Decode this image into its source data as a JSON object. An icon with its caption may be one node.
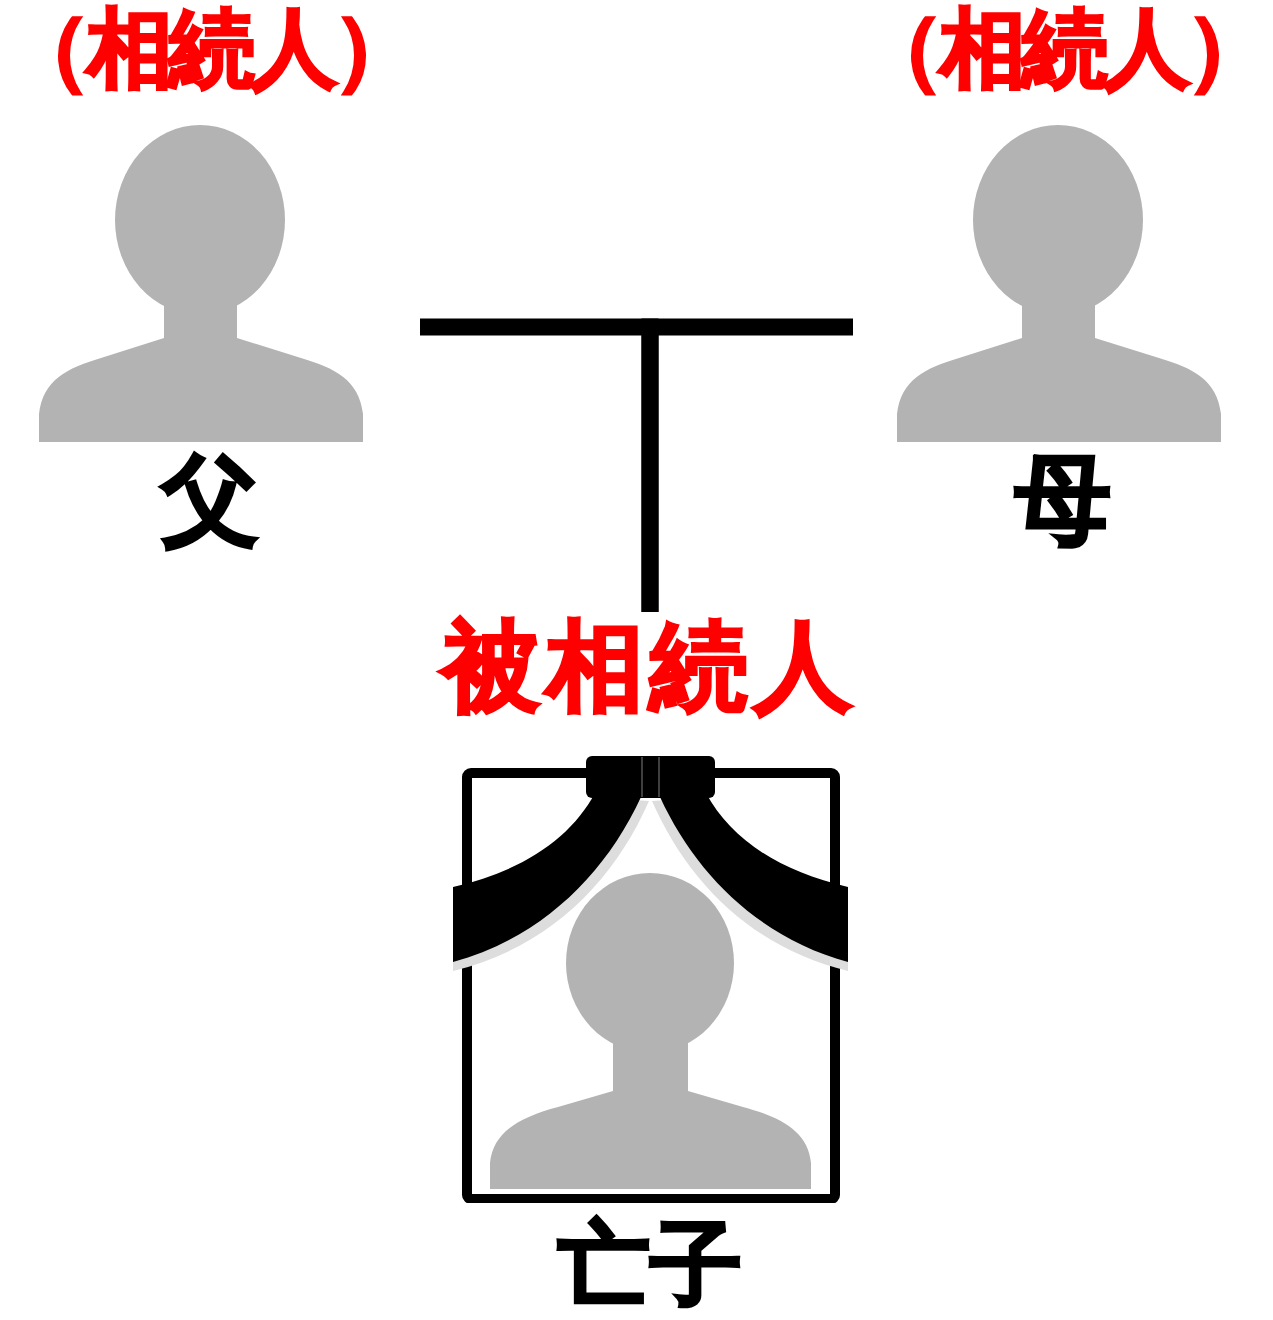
{
  "diagram": {
    "nodes": [
      {
        "text": [
          "（相続人）",
          "父"
        ]
      },
      {
        "text": [
          "（相続人）",
          "母"
        ]
      },
      {
        "text": [
          "被相続人",
          "亡子"
        ]
      }
    ],
    "edges": [
      {
        "from": 0,
        "to": 2,
        "arrow": "none"
      },
      {
        "from": 1,
        "to": 2,
        "arrow": "none"
      }
    ]
  }
}
